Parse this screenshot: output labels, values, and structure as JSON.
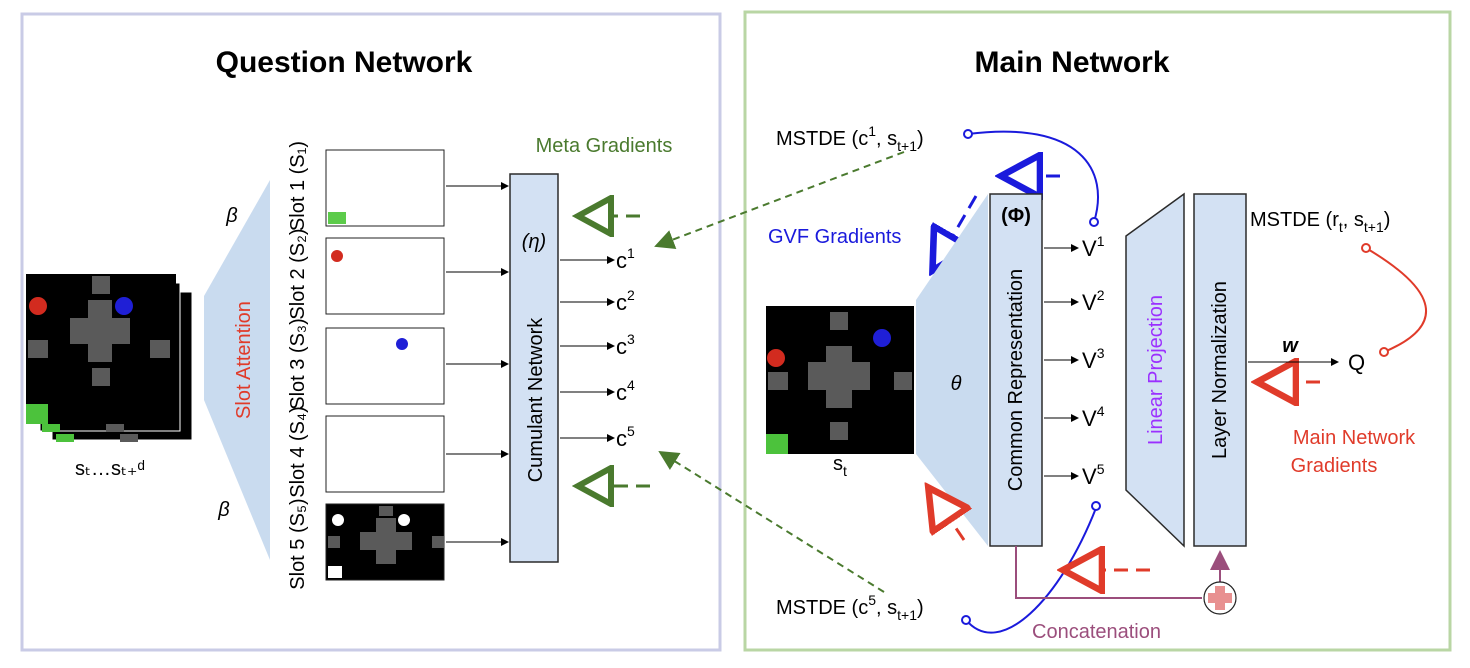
{
  "question_network": {
    "title": "Question Network",
    "input_label": "sₜ…sₜ₊ᵈ",
    "slot_attention": "Slot Attention",
    "beta": "β",
    "slots": [
      "Slot 1 (S₁)",
      "Slot 2 (S₂)",
      "Slot 3 (S₃)",
      "Slot 4 (S₄)",
      "Slot 5 (S₅)"
    ],
    "eta": "(η)",
    "cumulant_network": "Cumulant Network",
    "meta_gradients": "Meta Gradients",
    "cumulants": [
      "1",
      "2",
      "3",
      "4",
      "5"
    ]
  },
  "main_network": {
    "title": "Main Network",
    "mstde_c1": {
      "prefix": "MSTDE (c",
      "c_sup": "1",
      "s_sub": "t+1"
    },
    "mstde_c5": {
      "prefix": "MSTDE (c",
      "c_sup": "5",
      "s_sub": "t+1"
    },
    "mstde_r": {
      "prefix": "MSTDE (r",
      "r_sub": "t",
      "s_sub": "t+1"
    },
    "gvf_gradients": "GVF Gradients",
    "state_sub": "t",
    "theta": "θ",
    "phi": "(Φ)",
    "common_representation": "Common Representation",
    "values": [
      "1",
      "2",
      "3",
      "4",
      "5"
    ],
    "linear_projection": "Linear Projection",
    "layer_normalization": "Layer Normalization",
    "w": "w",
    "q": "Q",
    "main_gradients_line1": "Main Network",
    "main_gradients_line2": "Gradients",
    "concatenation": "Concatenation"
  },
  "colors": {
    "meta_gradient": "#4a7a2e",
    "gvf_gradient": "#1a1adc",
    "main_gradient": "#e03b2a",
    "slot_attention": "#e03b2a",
    "linear_projection": "#9b30ff",
    "concatenation": "#9b4e7c",
    "block_fill": "#d3e1f3",
    "question_panel_border": "#c9cbe6",
    "main_panel_border": "#b9d6a4"
  }
}
